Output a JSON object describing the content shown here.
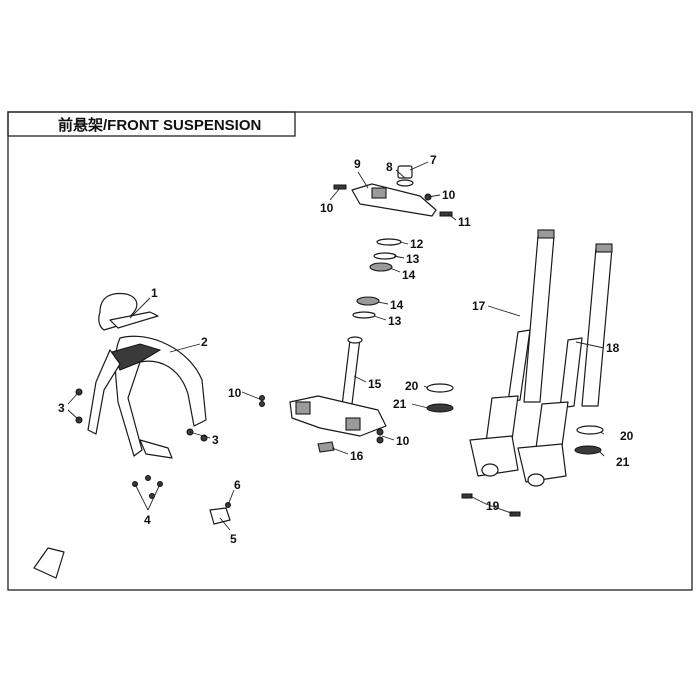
{
  "title": "前悬架/FRONT SUSPENSION",
  "callouts": [
    {
      "id": "c1",
      "label": "1"
    },
    {
      "id": "c2",
      "label": "2"
    },
    {
      "id": "c3a",
      "label": "3"
    },
    {
      "id": "c3b",
      "label": "3"
    },
    {
      "id": "c4",
      "label": "4"
    },
    {
      "id": "c5",
      "label": "5"
    },
    {
      "id": "c6",
      "label": "6"
    },
    {
      "id": "c7",
      "label": "7"
    },
    {
      "id": "c8",
      "label": "8"
    },
    {
      "id": "c9",
      "label": "9"
    },
    {
      "id": "c10a",
      "label": "10"
    },
    {
      "id": "c10b",
      "label": "10"
    },
    {
      "id": "c10c",
      "label": "10"
    },
    {
      "id": "c10d",
      "label": "10"
    },
    {
      "id": "c11",
      "label": "11"
    },
    {
      "id": "c12",
      "label": "12"
    },
    {
      "id": "c13a",
      "label": "13"
    },
    {
      "id": "c13b",
      "label": "13"
    },
    {
      "id": "c14a",
      "label": "14"
    },
    {
      "id": "c14b",
      "label": "14"
    },
    {
      "id": "c15",
      "label": "15"
    },
    {
      "id": "c16",
      "label": "16"
    },
    {
      "id": "c17",
      "label": "17"
    },
    {
      "id": "c18",
      "label": "18"
    },
    {
      "id": "c19",
      "label": "19"
    },
    {
      "id": "c20a",
      "label": "20"
    },
    {
      "id": "c20b",
      "label": "20"
    },
    {
      "id": "c21a",
      "label": "21"
    },
    {
      "id": "c21b",
      "label": "21"
    }
  ]
}
